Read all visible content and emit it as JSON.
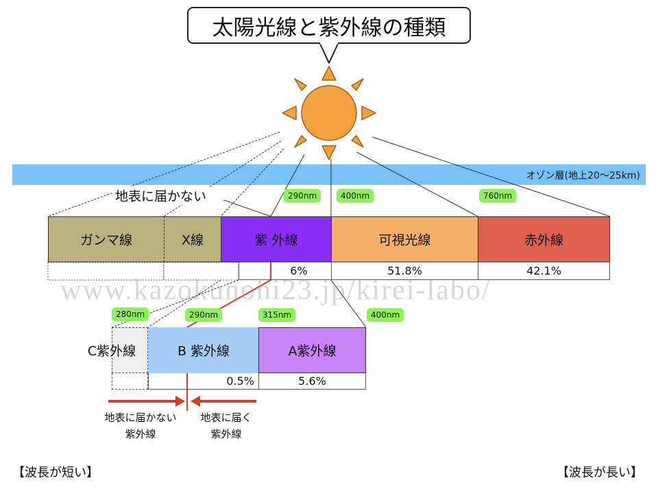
{
  "title": "太陽光線と紫外線の種類",
  "ozone": "オゾン層(地上20〜25km)",
  "unreachable_label": "地表に届かない",
  "watermark": "www.kazokunohi23.jp/kirei-labo/",
  "spectrum": {
    "bands": [
      {
        "label": "ガンマ線",
        "percent": "",
        "color": "#b9b27d"
      },
      {
        "label": "X線",
        "percent": "",
        "color": "#b9b27d"
      },
      {
        "label": "紫 外線",
        "percent": "6%",
        "color": "#8a2ff7"
      },
      {
        "label": "可視光線",
        "percent": "51.8%",
        "color": "#f4b068"
      },
      {
        "label": "赤外線",
        "percent": "42.1%",
        "color": "#e0604f"
      }
    ],
    "tags": [
      "290nm",
      "400nm",
      "760nm"
    ]
  },
  "uv": {
    "bands": [
      {
        "label": "C紫外線",
        "percent": "",
        "color": "#eeeeee"
      },
      {
        "label": "B 紫外線",
        "percent": "0.5%",
        "color": "#a7cdf6"
      },
      {
        "label": "A紫外線",
        "percent": "5.6%",
        "color": "#c783f7"
      }
    ],
    "tags": [
      "280nm",
      "290nm",
      "315nm",
      "400nm"
    ]
  },
  "notes": {
    "left_line1": "地表に届かない",
    "left_line2": "紫外線",
    "right_line1": "地表に届く",
    "right_line2": "紫外線"
  },
  "wavelength_short": "【波長が短い】",
  "wavelength_long": "【波長が長い】",
  "colors": {
    "sun": "#f3a040",
    "sun_stroke": "#a86010",
    "ozone": "#78c2f7",
    "tag": "#8ff05a",
    "red_line": "#d83a28"
  }
}
